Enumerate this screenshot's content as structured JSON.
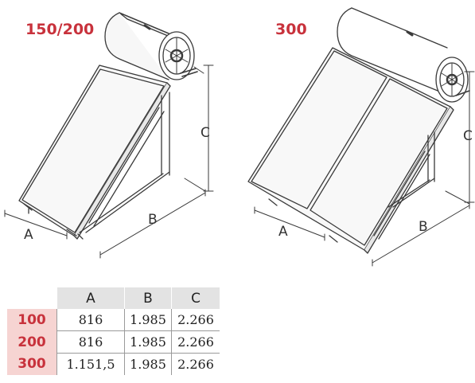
{
  "models": {
    "left": "150/200",
    "right": "300"
  },
  "dimensions": {
    "a": "A",
    "b": "B",
    "c": "C"
  },
  "table": {
    "headers": [
      "A",
      "B",
      "C"
    ],
    "rows": [
      {
        "model": "100",
        "a": "816",
        "b": "1.985",
        "c": "2.266"
      },
      {
        "model": "200",
        "a": "816",
        "b": "1.985",
        "c": "2.266"
      },
      {
        "model": "300",
        "a": "1.151,5",
        "b": "1.985",
        "c": "2.266"
      }
    ]
  }
}
